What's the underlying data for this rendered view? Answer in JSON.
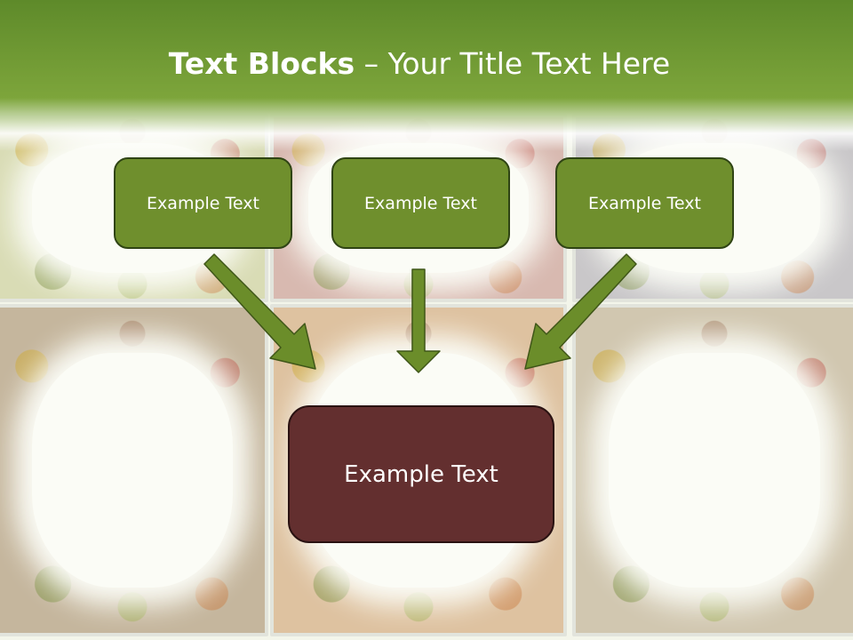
{
  "title": {
    "bold": "Text Blocks",
    "separator": " – ",
    "rest": "Your Title Text Here"
  },
  "blocks": [
    {
      "label": "Example Text"
    },
    {
      "label": "Example Text"
    },
    {
      "label": "Example Text"
    }
  ],
  "target": {
    "label": "Example Text"
  },
  "colors": {
    "header_green": "#6f9a32",
    "block_green": "#6f8f2d",
    "block_border": "#2f4414",
    "target_red": "#632f2f",
    "arrow_green": "#6b8d2a"
  }
}
